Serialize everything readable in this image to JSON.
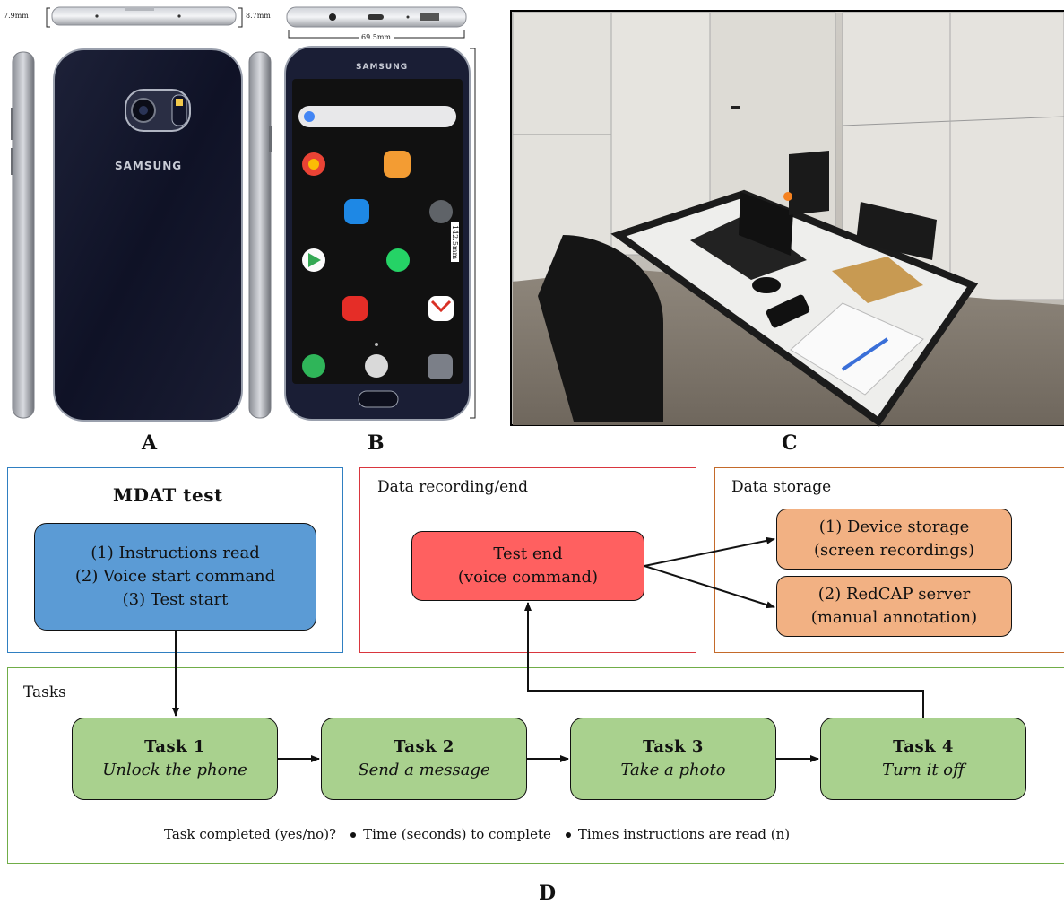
{
  "panels": {
    "a_label": "A",
    "b_label": "B",
    "c_label": "C",
    "d_label": "D"
  },
  "phone": {
    "brand": "SAMSUNG",
    "dim_thickness_left": "7.9mm",
    "dim_thickness_right": "8.7mm",
    "dim_width": "69.5mm",
    "dim_height": "142.5mm"
  },
  "boxes": {
    "mdat": {
      "title": "MDAT  test",
      "line1": "(1) Instructions read",
      "line2": "(2) Voice start command",
      "line3": "(3) Test start"
    },
    "recording": {
      "title": "Data recording/end",
      "line1": "Test end",
      "line2": "(voice command)"
    },
    "storage": {
      "title": "Data storage",
      "item1_line1": "(1) Device storage",
      "item1_line2": "(screen recordings)",
      "item2_line1": "(2) RedCAP server",
      "item2_line2": "(manual annotation)"
    },
    "tasks": {
      "title": "Tasks",
      "items": [
        {
          "title": "Task  1",
          "subtitle": "Unlock the phone"
        },
        {
          "title": "Task  2",
          "subtitle": "Send a message"
        },
        {
          "title": "Task  3",
          "subtitle": "Take a photo"
        },
        {
          "title": "Task  4",
          "subtitle": "Turn it off"
        }
      ],
      "metric1": "Task completed (yes/no)?",
      "metric2": "Time (seconds) to complete",
      "metric3": "Times instructions are read (n)"
    }
  },
  "colors": {
    "mdat_frame": "#2f7fc1",
    "mdat_node": "#5b9bd5",
    "recording_frame": "#d9363e",
    "recording_node": "#ff6060",
    "storage_frame": "#c46a2a",
    "storage_node": "#f2b183",
    "tasks_frame": "#70ad47",
    "tasks_node": "#a9d18e"
  }
}
